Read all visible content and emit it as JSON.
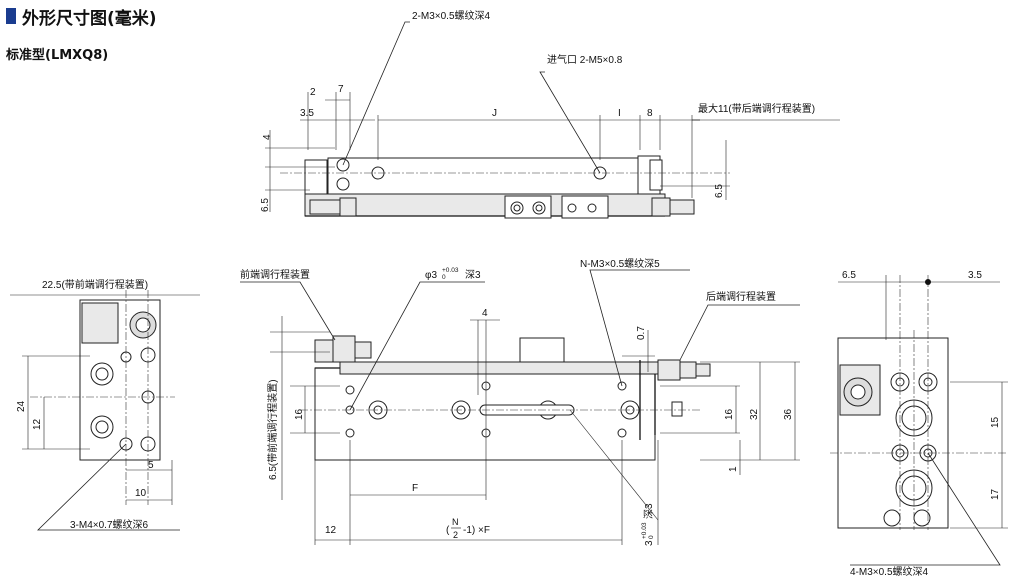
{
  "header": {
    "title": "外形尺寸图(毫米)",
    "subtitle": "标准型(LMXQ8)"
  },
  "top_view": {
    "callout_thread": "2-M3×0.5螺纹深4",
    "callout_port": "进气口 2-M5×0.8",
    "callout_stroke": "最大11(带后端调行程装置)",
    "dim_2": "2",
    "dim_7": "7",
    "dim_3_5": "3.5",
    "dim_J": "J",
    "dim_I": "I",
    "dim_8": "8",
    "dim_4": "4",
    "dim_6_5_left": "6.5",
    "dim_6_5_right": "6.5"
  },
  "left_view": {
    "callout_stroke": "22.5(带前端调行程装置)",
    "callout_thread": "3-M4×0.7螺纹深6",
    "dim_24": "24",
    "dim_12": "12",
    "dim_5": "5",
    "dim_10": "10"
  },
  "front_view": {
    "callout_front_adjust": "前端调行程装置",
    "callout_pin_prefix": "φ3",
    "callout_pin_tol": "+0.03",
    "callout_pin_tol_low": "0",
    "callout_pin_suffix": "深3",
    "callout_thread": "N-M3×0.5螺纹深5",
    "callout_rear_adjust": "后端调行程装置",
    "vertical_label": "6.5(带前端调行程装置)",
    "dim_4": "4",
    "dim_0_7": "0.7",
    "dim_16_left": "16",
    "dim_16_right": "16",
    "dim_32": "32",
    "dim_36": "36",
    "dim_1": "1",
    "dim_F": "F",
    "dim_12": "12",
    "dim_formula": "(N/2-1)×F",
    "dim_formula_open": "(",
    "dim_formula_num": "N",
    "dim_formula_den": "2",
    "dim_formula_tail": "-1) ×F",
    "dim_slot": "3 +0.03 0 深3",
    "dim_slot_main": "3",
    "dim_slot_tol": "+0.03",
    "dim_slot_tol_low": "0",
    "dim_slot_suffix": "深3"
  },
  "right_view": {
    "dim_6_5": "6.5",
    "dim_3_5": "3.5",
    "dim_15": "15",
    "dim_17": "17",
    "callout_thread": "4-M3×0.5螺纹深4"
  }
}
